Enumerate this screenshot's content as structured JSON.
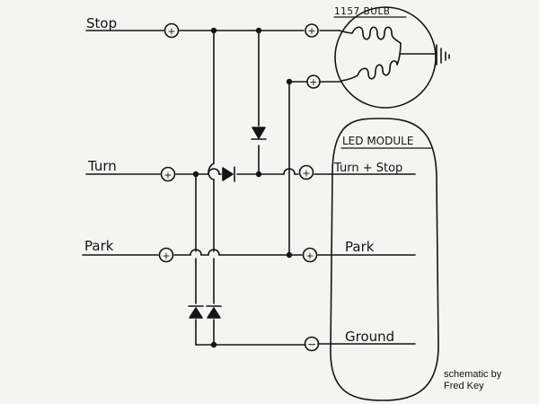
{
  "labels": {
    "stop": "Stop",
    "turn": "Turn",
    "park": "Park",
    "bulb": "1157 BULB",
    "led_module": "LED MODULE",
    "turn_stop": "Turn + Stop",
    "park_right": "Park",
    "ground": "Ground"
  },
  "terminal_signs": {
    "stop_left": "+",
    "stop_right": "+",
    "bulb_lower": "+",
    "turn_left": "+",
    "turn_right": "+",
    "park_left": "+",
    "park_right": "+",
    "ground": "−"
  },
  "credit": {
    "line1": "schematic by",
    "line2": "Fred Key"
  },
  "colors": {
    "ink": "#141414",
    "paper": "#f4f4f2"
  }
}
